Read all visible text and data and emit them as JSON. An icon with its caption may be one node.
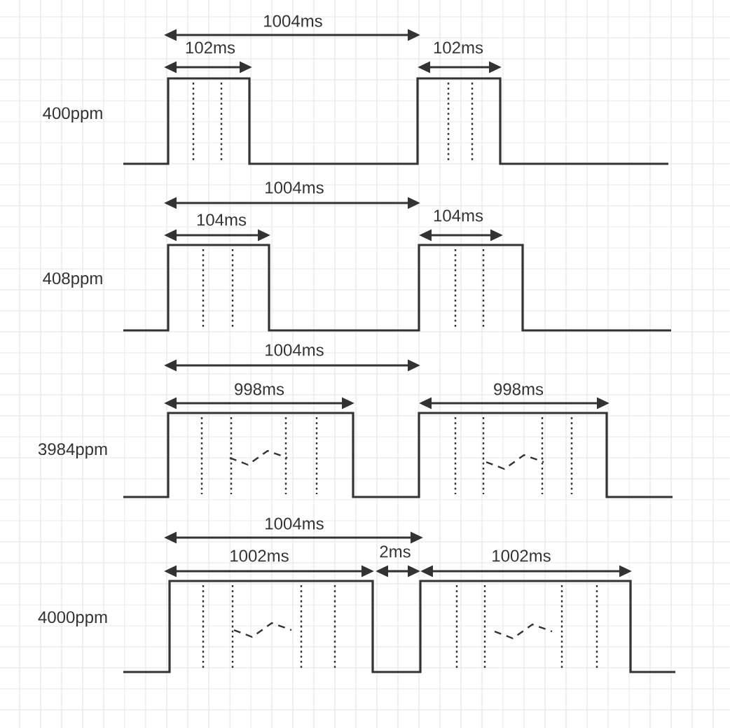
{
  "diagram": {
    "labels": [
      "1004ms",
      "102ms",
      "102ms",
      "400ppm",
      "1004ms",
      "104ms",
      "104ms",
      "408ppm",
      "1004ms",
      "998ms",
      "998ms",
      "3984ppm",
      "1004ms",
      "1002ms",
      "2ms",
      "1002ms",
      "4000ppm"
    ]
  }
}
